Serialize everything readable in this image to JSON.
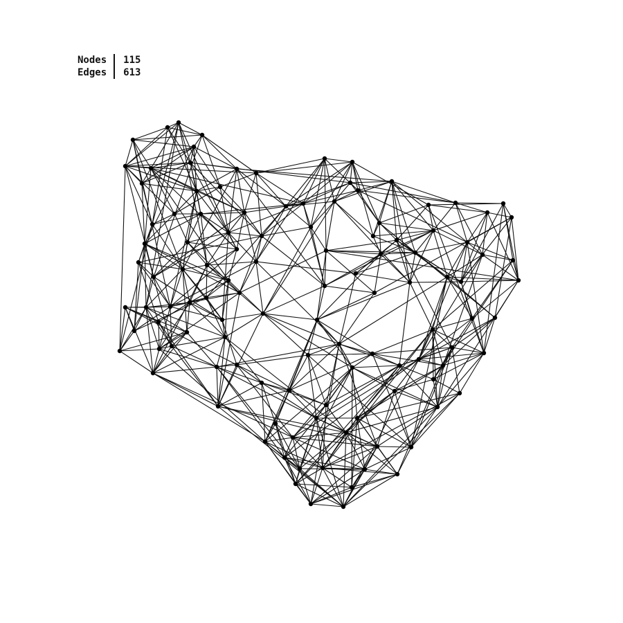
{
  "stats": {
    "nodes_label": "Nodes",
    "nodes_value": "115",
    "edges_label": "Edges",
    "edges_value": "613"
  },
  "colors": {
    "edge": "#111111",
    "node": "#000000",
    "background": "#ffffff"
  }
}
